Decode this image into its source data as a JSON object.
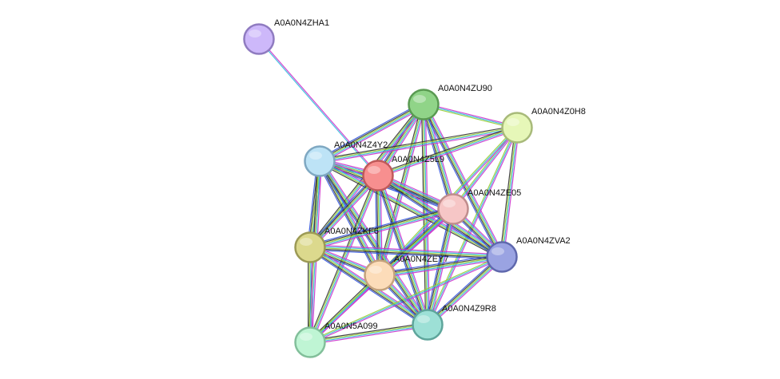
{
  "network": {
    "nodes": [
      {
        "id": "A0A0N4ZHA1",
        "label": "A0A0N4ZHA1",
        "color": "#cdb8fa",
        "stroke": "#8f7bc0"
      },
      {
        "id": "A0A0N4ZU90",
        "label": "A0A0N4ZU90",
        "color": "#90d488",
        "stroke": "#5a9a52"
      },
      {
        "id": "A0A0N4Z0H8",
        "label": "A0A0N4Z0H8",
        "color": "#e6f7b8",
        "stroke": "#a8ba7a"
      },
      {
        "id": "A0A0N4Z4Y2",
        "label": "A0A0N4Z4Y2",
        "color": "#bde3f6",
        "stroke": "#7fa8c2"
      },
      {
        "id": "A0A0N4Z5L9",
        "label": "A0A0N4Z5L9",
        "color": "#f78f8f",
        "stroke": "#bf5a5a"
      },
      {
        "id": "A0A0N4ZE05",
        "label": "A0A0N4ZE05",
        "color": "#f6c6c6",
        "stroke": "#c08d8d"
      },
      {
        "id": "A0A0N4ZKF6",
        "label": "A0A0N4ZKF6",
        "color": "#dcd98d",
        "stroke": "#9c9a55"
      },
      {
        "id": "A0A0N4ZVA2",
        "label": "A0A0N4ZVA2",
        "color": "#9aa3e2",
        "stroke": "#5f68ad"
      },
      {
        "id": "A0A0N4ZEY7",
        "label": "A0A0N4ZEY7",
        "color": "#fcdcb9",
        "stroke": "#c4a27c"
      },
      {
        "id": "A0A0N4Z9R8",
        "label": "A0A0N4Z9R8",
        "color": "#9de0d6",
        "stroke": "#5ea59b"
      },
      {
        "id": "A0A0N5A099",
        "label": "A0A0N5A099",
        "color": "#bff5d4",
        "stroke": "#82bf9a"
      }
    ],
    "edge_colors": [
      "#cc33cc",
      "#33bbdd",
      "#99cc33",
      "#333333",
      "#3355dd"
    ]
  }
}
